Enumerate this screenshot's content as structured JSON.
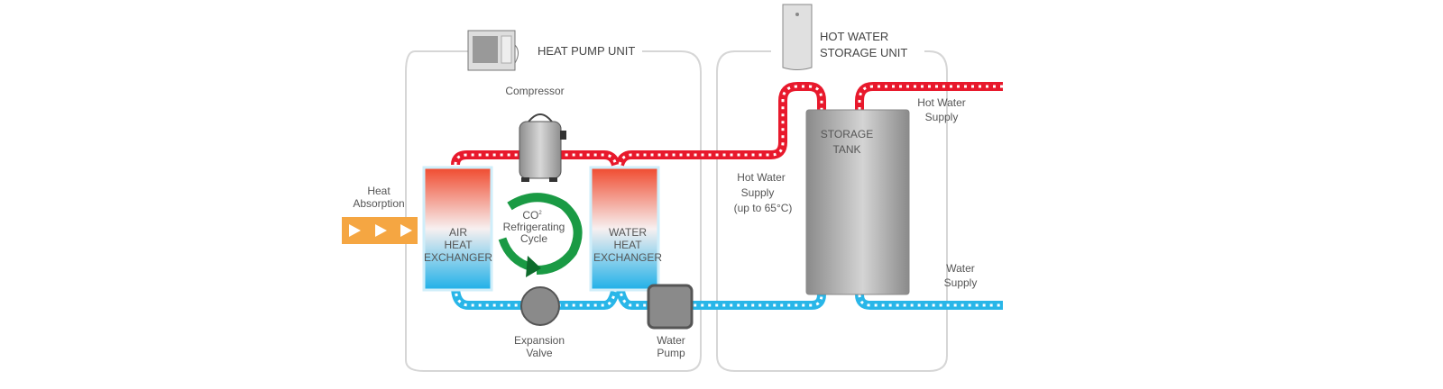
{
  "heat_pump_unit": {
    "title": "HEAT PUMP UNIT",
    "compressor_label": "Compressor",
    "air_hx": [
      "AIR",
      "HEAT",
      "EXCHANGER"
    ],
    "water_hx": [
      "WATER",
      "HEAT",
      "EXCHANGER"
    ],
    "cycle": {
      "line1": "CO",
      "sup": "2",
      "line2": "Refrigerating",
      "line3": "Cycle"
    },
    "expansion_valve": [
      "Expansion",
      "Valve"
    ],
    "water_pump": [
      "Water",
      "Pump"
    ]
  },
  "heat_absorption": [
    "Heat",
    "Absorption"
  ],
  "storage_unit": {
    "title_line1": "HOT WATER",
    "title_line2": "STORAGE UNIT",
    "tank": [
      "STORAGE",
      "TANK"
    ],
    "supply_in": [
      "Hot Water",
      "Supply",
      "(up to 65°C)"
    ]
  },
  "outputs": {
    "hot_water_supply": [
      "Hot Water",
      "Supply"
    ],
    "water_supply": [
      "Water",
      "Supply"
    ]
  },
  "colors": {
    "hot_pipe": "#e8192c",
    "cold_pipe": "#29b6e8",
    "heat_arrow": "#f5a642",
    "cycle": "#1a9a44"
  }
}
